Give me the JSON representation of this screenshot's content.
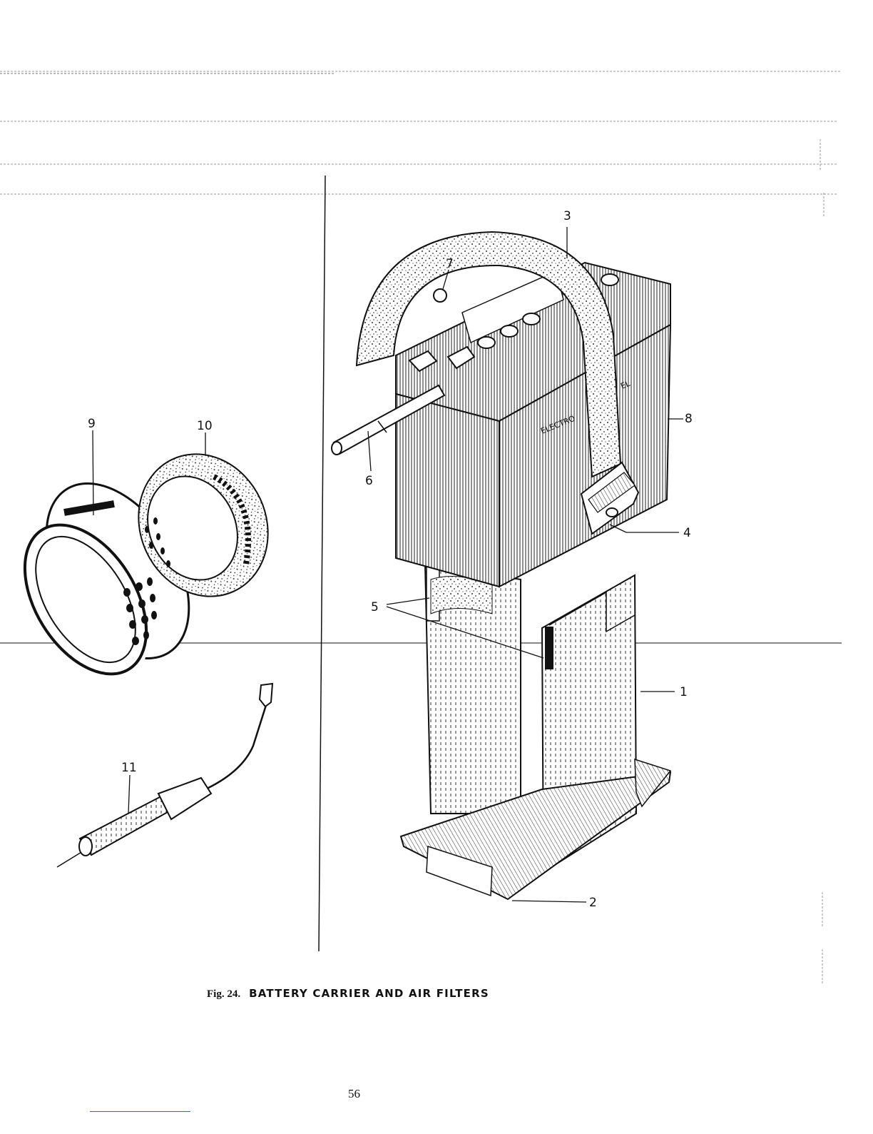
{
  "figure": {
    "number": "Fig. 24.",
    "title": "BATTERY CARRIER AND AIR FILTERS"
  },
  "page_number": "56",
  "battery_label": "ELECTRO",
  "battery_label_small": "EL",
  "callouts": [
    {
      "id": "1",
      "part": "battery-carrier"
    },
    {
      "id": "2",
      "part": "carrier-tray"
    },
    {
      "id": "3",
      "part": "battery-strap"
    },
    {
      "id": "4",
      "part": "strap-buckle"
    },
    {
      "id": "5",
      "part": "rubber-pads"
    },
    {
      "id": "6",
      "part": "vent-tube"
    },
    {
      "id": "7",
      "part": "terminal-clip"
    },
    {
      "id": "8",
      "part": "battery"
    },
    {
      "id": "9",
      "part": "air-filter-housing"
    },
    {
      "id": "10",
      "part": "air-filter-element"
    },
    {
      "id": "11",
      "part": "fuse-holder"
    }
  ]
}
